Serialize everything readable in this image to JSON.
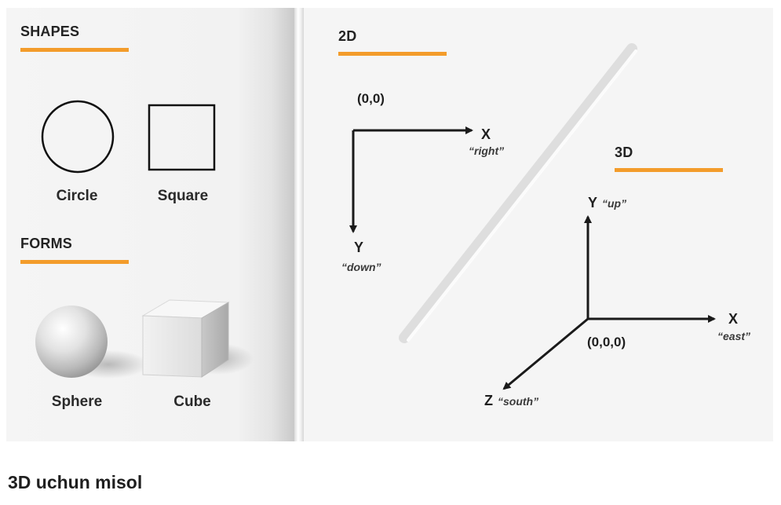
{
  "shapes": {
    "heading": "SHAPES",
    "items": [
      {
        "label": "Circle",
        "icon": "circle-icon"
      },
      {
        "label": "Square",
        "icon": "square-icon"
      }
    ]
  },
  "forms": {
    "heading": "FORMS",
    "items": [
      {
        "label": "Sphere",
        "icon": "sphere-icon"
      },
      {
        "label": "Cube",
        "icon": "cube-icon"
      }
    ]
  },
  "two_d": {
    "heading": "2D",
    "origin": "(0,0)",
    "x_axis": {
      "letter": "X",
      "word": "“right”"
    },
    "y_axis": {
      "letter": "Y",
      "word": "“down”"
    }
  },
  "three_d": {
    "heading": "3D",
    "origin": "(0,0,0)",
    "x_axis": {
      "letter": "X",
      "word": "“east”"
    },
    "y_axis": {
      "letter": "Y",
      "word": "“up”"
    },
    "z_axis": {
      "letter": "Z",
      "word": "“south”"
    }
  },
  "accent_color": "#f39c2b",
  "caption": "3D uchun misol"
}
